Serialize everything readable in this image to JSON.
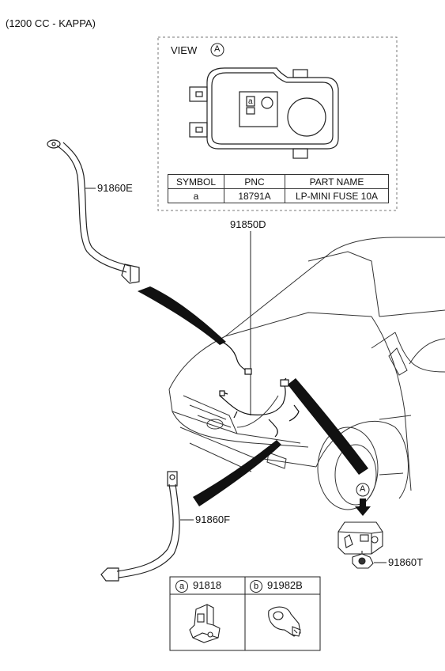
{
  "header": {
    "engine_note": "(1200 CC - KAPPA)"
  },
  "view_panel": {
    "title": "VIEW",
    "marker": "A",
    "fuse_marker": "a",
    "table": {
      "headers": [
        "SYMBOL",
        "PNC",
        "PART NAME"
      ],
      "rows": [
        [
          "a",
          "18791A",
          "LP-MINI FUSE 10A"
        ]
      ]
    }
  },
  "callouts": {
    "cable_upper": "91860E",
    "wiring": "91850D",
    "cable_lower": "91860F",
    "battery_clip": "91860T",
    "arrow_marker": "A"
  },
  "parts_box": {
    "left": {
      "symbol": "a",
      "pnc": "91818"
    },
    "right": {
      "symbol": "b",
      "pnc": "91982B"
    }
  }
}
